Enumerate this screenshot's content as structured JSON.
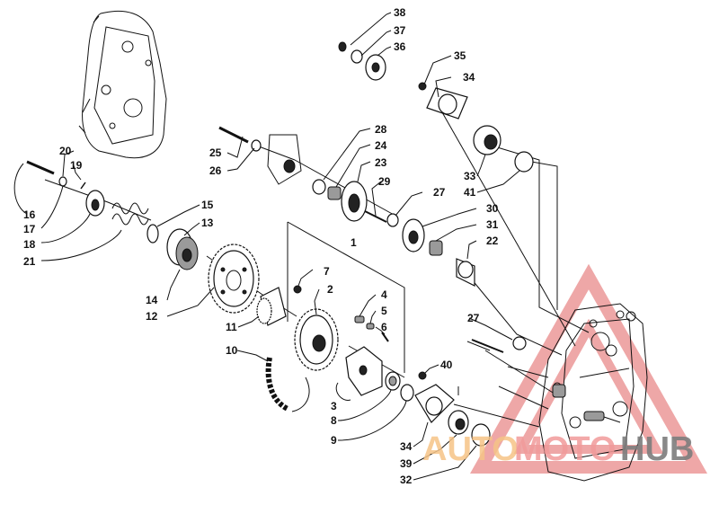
{
  "diagram": {
    "callouts": [
      "38",
      "37",
      "36",
      "35",
      "34",
      "28",
      "24",
      "23",
      "25",
      "26",
      "29",
      "27",
      "30",
      "31",
      "22",
      "20",
      "19",
      "16",
      "17",
      "18",
      "21",
      "15",
      "13",
      "14",
      "12",
      "1",
      "7",
      "2",
      "4",
      "5",
      "6",
      "11",
      "10",
      "3",
      "8",
      "9",
      "40",
      "33",
      "41",
      "39",
      "32"
    ]
  },
  "watermark": {
    "part1": "AUTO",
    "part2": "MOTO",
    "part3": "HUB",
    "colors": {
      "auto": "#f6c487",
      "moto": "#f19b9b",
      "hub": "#7d7d7d",
      "triangle": "#e98a8a"
    }
  }
}
